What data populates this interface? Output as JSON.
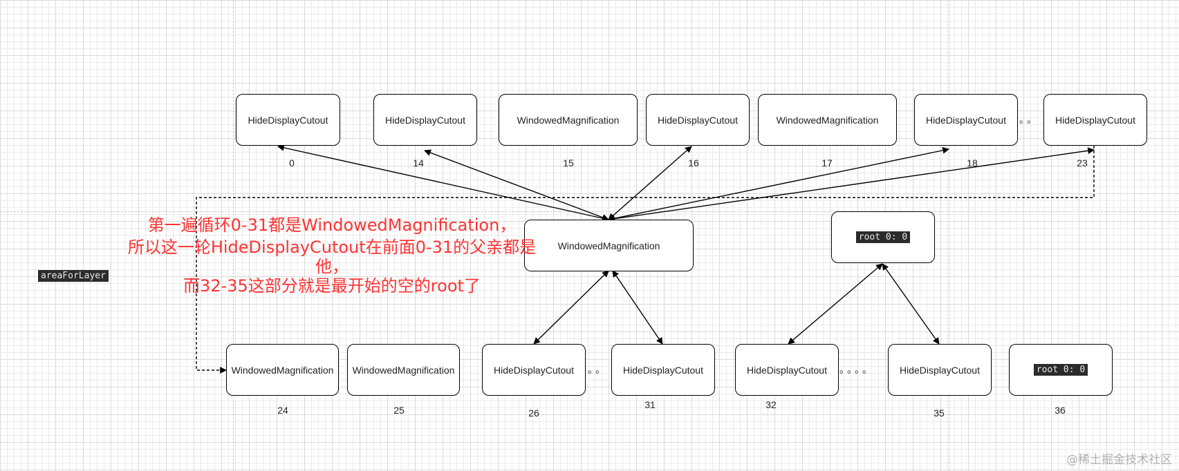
{
  "side_label": "areaForLayer",
  "top_row": [
    {
      "label": "HideDisplayCutout",
      "index": "0"
    },
    {
      "label": "HideDisplayCutout",
      "index": "14"
    },
    {
      "label": "WindowedMagnification",
      "index": "15"
    },
    {
      "label": "HideDisplayCutout",
      "index": "16"
    },
    {
      "label": "WindowedMagnification",
      "index": "17"
    },
    {
      "label": "HideDisplayCutout",
      "index": "18"
    },
    {
      "label": "HideDisplayCutout",
      "index": "23"
    }
  ],
  "parent_node": {
    "label": "WindowedMagnification"
  },
  "root_node": {
    "label": "root 0: 0"
  },
  "bottom_row": [
    {
      "label": "WindowedMagnification",
      "index": "24"
    },
    {
      "label": "WindowedMagnification",
      "index": "25"
    },
    {
      "label": "HideDisplayCutout",
      "index": "26"
    },
    {
      "label": "HideDisplayCutout",
      "index": "31"
    },
    {
      "label": "HideDisplayCutout",
      "index": "32"
    },
    {
      "label": "HideDisplayCutout",
      "index": "35"
    },
    {
      "label": "root 0: 0",
      "index": "36"
    }
  ],
  "ellipsis": {
    "top": "。。",
    "bottom_a": "。。",
    "bottom_b": "。。。。"
  },
  "annotation": {
    "line1": "第一遍循环0-31都是WindowedMagnification，",
    "line2": "所以这一轮HideDisplayCutout在前面0-31的父亲都是",
    "line3": "他，",
    "line4": "而32-35这部分就是最开始的空的root了"
  },
  "watermark": "@稀土掘金技术社区",
  "colors": {
    "annotation": "#ff3333",
    "chip_bg": "#2b2b2b",
    "grid": "#eaeaea"
  }
}
